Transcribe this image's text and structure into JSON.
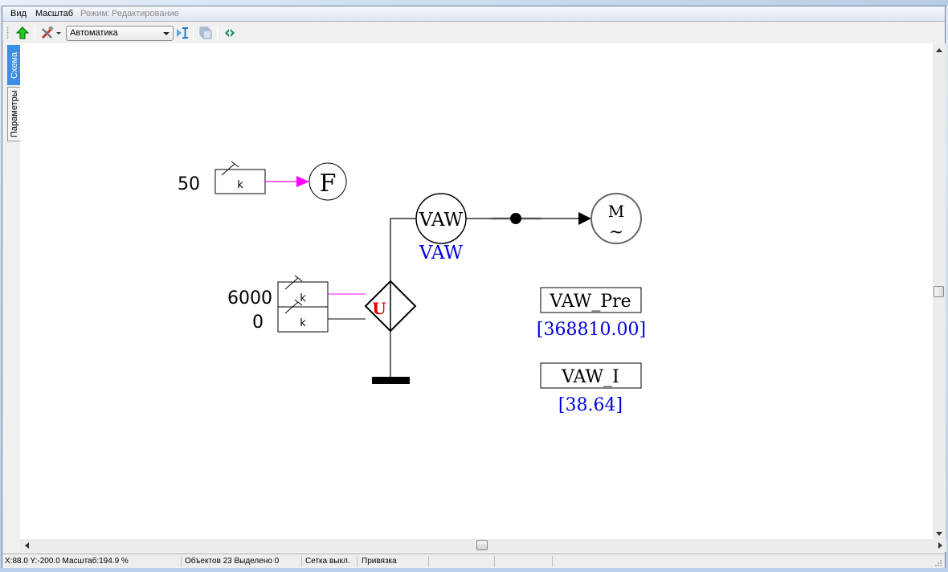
{
  "menu": {
    "items": [
      {
        "label": "Вид",
        "enabled": true
      },
      {
        "label": "Масштаб",
        "enabled": true
      },
      {
        "label": "Режим:",
        "enabled": false
      },
      {
        "label": "Редактирование",
        "enabled": false
      }
    ]
  },
  "toolbar": {
    "buttons": [
      {
        "icon": "green-up-arrow-icon"
      },
      {
        "icon": "tools-icon"
      },
      {
        "icon": "step-cursor-icon"
      },
      {
        "icon": "layers-icon"
      },
      {
        "icon": "refresh-cycle-icon"
      }
    ],
    "mode_select": {
      "value": "Автоматика"
    }
  },
  "side_tabs": [
    {
      "label": "Схема",
      "active": true
    },
    {
      "label": "Параметры",
      "active": false
    }
  ],
  "schema": {
    "inputs": [
      {
        "value": "50",
        "block_label": "k"
      },
      {
        "value": "6000",
        "block_label": "k"
      },
      {
        "value": "0",
        "block_label": "k"
      }
    ],
    "f_symbol": "F",
    "u_symbol": "U",
    "vaw_symbol": "VAW",
    "vaw_caption": "VAW",
    "motor_label": "M",
    "motor_sub": "~",
    "indicators": [
      {
        "name": "VAW_Pre",
        "value": "[368810.00]"
      },
      {
        "name": "VAW_I",
        "value": "[38.64]"
      }
    ],
    "colors": {
      "signal": "#ff00ff",
      "value_text": "#0000e0",
      "u_symbol": "#e00000"
    }
  },
  "status": {
    "coords": "X:88.0  Y:-200.0  Масштаб:194.9 %",
    "objects": "Объектов 23  Выделено 0",
    "grid": "Сетка выкл.",
    "snap": "Привязка"
  }
}
